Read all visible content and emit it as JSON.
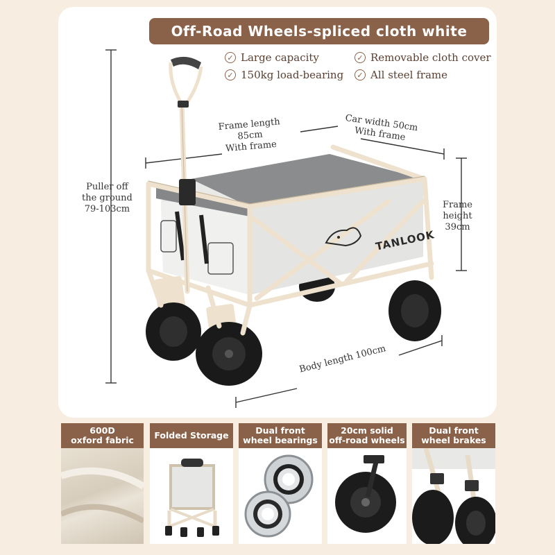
{
  "title": "Off-Road Wheels-spliced cloth white",
  "features": [
    {
      "label": "Large capacity",
      "icon": "check-circle-icon"
    },
    {
      "label": "Removable cloth cover",
      "icon": "check-circle-icon"
    },
    {
      "label": "150kg load-bearing",
      "icon": "check-circle-icon"
    },
    {
      "label": "All steel frame",
      "icon": "check-circle-icon"
    }
  ],
  "dimensions": {
    "puller": [
      "Puller off",
      "the ground",
      "79-103cm"
    ],
    "frame_length": [
      "Frame length",
      "85cm",
      "With frame"
    ],
    "car_width": [
      "Car width 50cm",
      "With frame"
    ],
    "frame_height": [
      "Frame",
      "height",
      "39cm"
    ],
    "body_length": "Body length 100cm"
  },
  "brand_logo": "TANLOOK",
  "thumbnails": [
    {
      "lines": [
        "600D",
        "oxford fabric"
      ]
    },
    {
      "lines": [
        "Folded Storage"
      ]
    },
    {
      "lines": [
        "Dual front",
        "wheel bearings"
      ]
    },
    {
      "lines": [
        "20cm solid",
        "off-road wheels"
      ]
    },
    {
      "lines": [
        "Dual front",
        "wheel brakes"
      ]
    }
  ],
  "colors": {
    "background": "#f7eee1",
    "accent": "#8a6149",
    "frame": "#eee2cf",
    "fabric_light": "#e8e8e6",
    "fabric_dark": "#7b7d7e"
  }
}
